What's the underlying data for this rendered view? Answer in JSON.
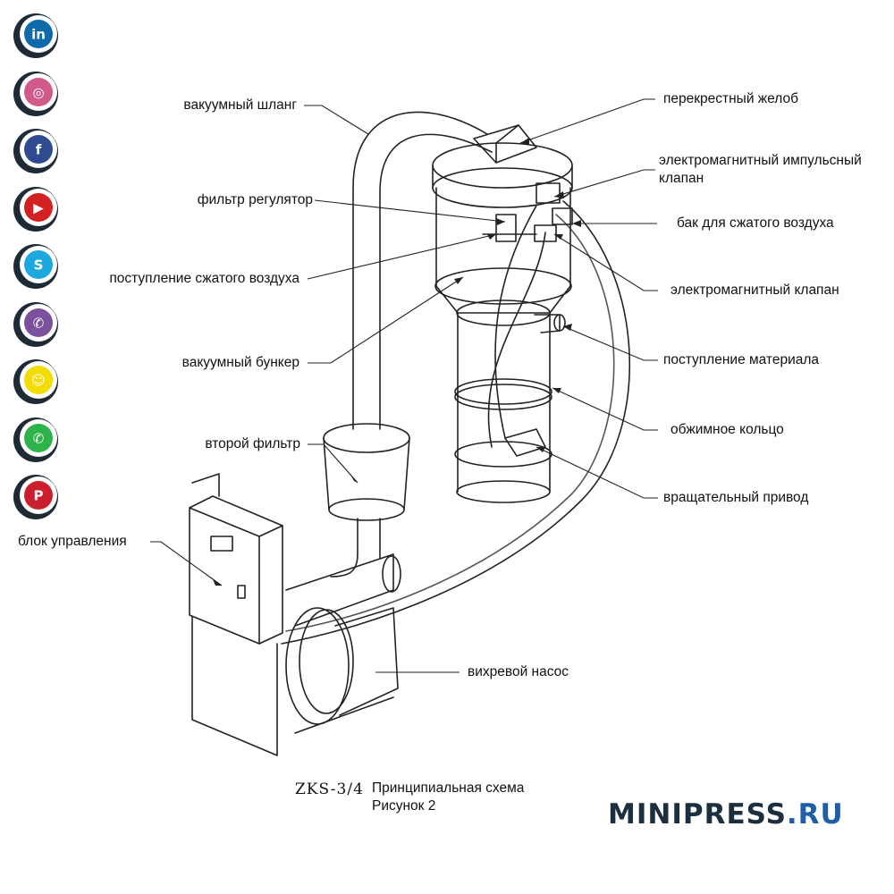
{
  "social": [
    {
      "icon": "linkedin-icon",
      "glyph": "in",
      "color": "#0e6aa8"
    },
    {
      "icon": "instagram-icon",
      "glyph": "◎",
      "color": "#d05a8a"
    },
    {
      "icon": "facebook-icon",
      "glyph": "f",
      "color": "#2f4a8f"
    },
    {
      "icon": "youtube-icon",
      "glyph": "▶",
      "color": "#d32020"
    },
    {
      "icon": "skype-icon",
      "glyph": "S",
      "color": "#1da8e0"
    },
    {
      "icon": "viber-icon",
      "glyph": "✆",
      "color": "#7b519d"
    },
    {
      "icon": "snapchat-icon",
      "glyph": "☺",
      "color": "#f3dc00"
    },
    {
      "icon": "whatsapp-icon",
      "glyph": "✆",
      "color": "#2db34a"
    },
    {
      "icon": "pinterest-icon",
      "glyph": "P",
      "color": "#cc1f2d"
    }
  ],
  "labels": {
    "vacuum_hose": "вакуумный шланг",
    "filter_regulator": "фильтр регулятор",
    "compressed_air_inlet": "поступление сжатого воздуха",
    "vacuum_hopper": "вакуумный бункер",
    "second_filter": "второй фильтр",
    "control_unit": "блок управления",
    "vortex_pump": "вихревой насос",
    "cross_chute": "перекрестный желоб",
    "pulse_valve_line1": "электромагнитный импульсный",
    "pulse_valve_line2": "клапан",
    "air_tank": "бак для сжатого воздуха",
    "solenoid_valve": "электромагнитный клапан",
    "material_inlet": "поступление материала",
    "clamp_ring": "обжимное кольцо",
    "rotary_drive": "вращательный привод"
  },
  "caption": {
    "code": "ZKS-3/4",
    "title": "Принципиальная схема",
    "figure": "Рисунок 2"
  },
  "brand": {
    "name": "MINIPRESS",
    "domain": ".RU",
    "color_main": "#1c2f3f",
    "color_accent": "#1f5fa8"
  }
}
